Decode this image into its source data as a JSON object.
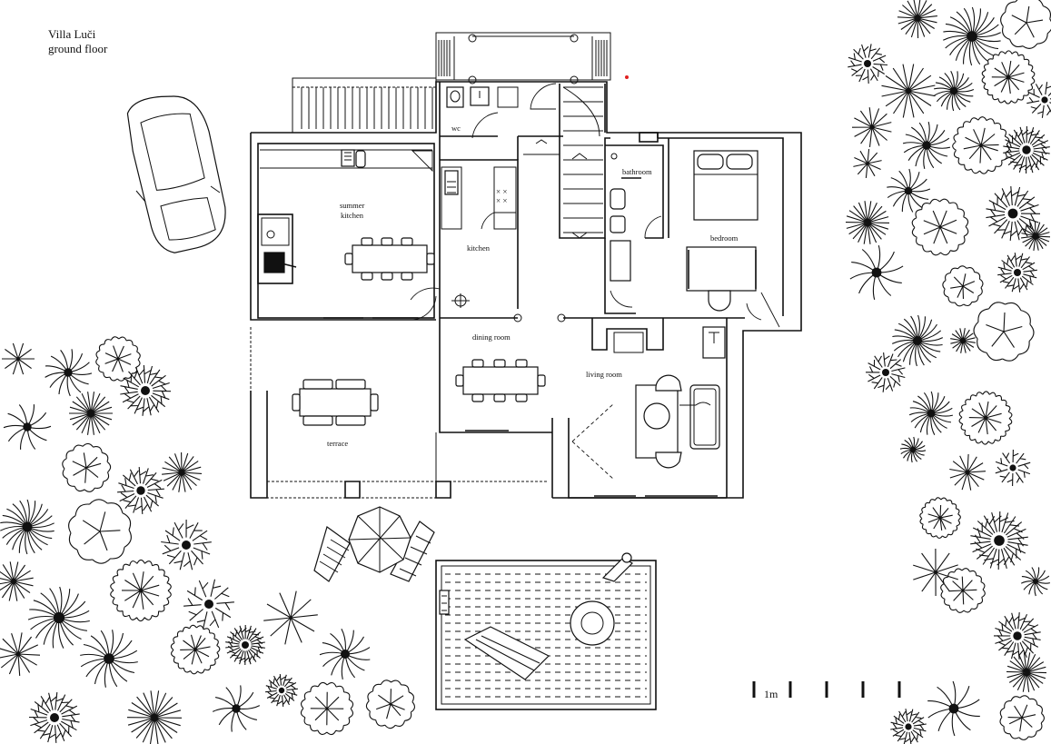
{
  "title": {
    "line1": "Villa Luči",
    "line2": "ground floor"
  },
  "rooms": {
    "wc": "wc",
    "summer_kitchen_1": "summer",
    "summer_kitchen_2": "kitchen",
    "kitchen": "kitchen",
    "bathroom": "bathroom",
    "bedroom": "bedroom",
    "dining_room": "dining room",
    "living_room": "living room",
    "terrace": "terrace"
  },
  "scale_bar": {
    "label": "1m"
  },
  "colors": {
    "line": "#111111",
    "background": "#ffffff",
    "marker": "#e02020"
  }
}
